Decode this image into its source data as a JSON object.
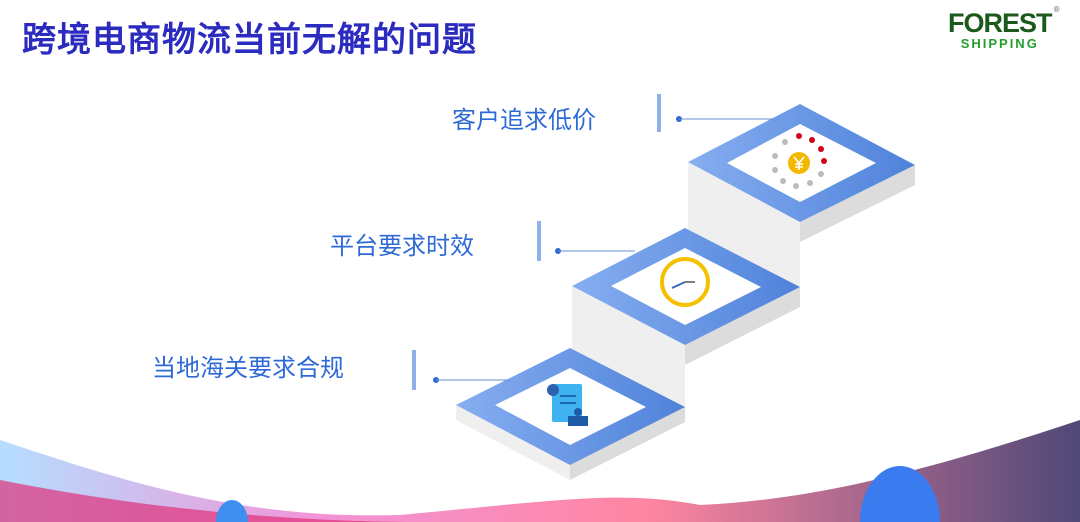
{
  "title": "跨境电商物流当前无解的问题",
  "logo": {
    "line1": "FOREST",
    "line2": "SHIPPING",
    "reg": "®"
  },
  "steps": [
    {
      "label": "客户追求低价",
      "icon": "yen-coin-icon"
    },
    {
      "label": "平台要求时效",
      "icon": "clock-icon"
    },
    {
      "label": "当地海关要求合规",
      "icon": "certificate-icon"
    }
  ],
  "colors": {
    "accent": "#2e6ad6",
    "title": "#2b2bc0",
    "platform": "#5b8fe0"
  }
}
